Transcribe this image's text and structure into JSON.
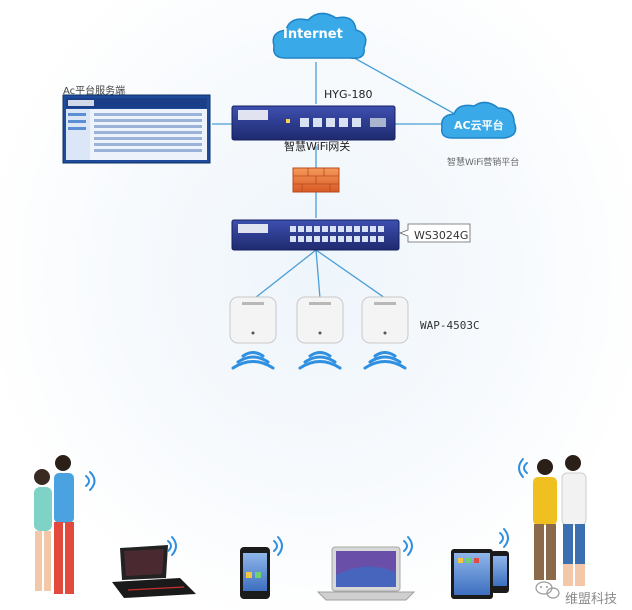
{
  "labels": {
    "internet": "Internet",
    "ac_cloud": "AC云平台",
    "gateway_model": "HYG-180",
    "gateway_name": "智慧WiFi网关",
    "server": "Ac平台服务端",
    "wifi_platform": "智慧WiFi营销平台",
    "switch_model": "WS3024G",
    "ap_model": "WAP-4503C",
    "watermark": "维盟科技"
  },
  "colors": {
    "cloud_fill": "#39a9e8",
    "cloud_text": "#ffffff",
    "gateway_body": "#2b3a8c",
    "switch_body": "#2b3a8c",
    "firewall": "#e8703a",
    "link_line": "#4a9fd6",
    "wifi_wave": "#2f8fe0",
    "monitor_screen": "#5b8fd1"
  },
  "icons": [
    "cloud-icon",
    "router-icon",
    "switch-icon",
    "firewall-icon",
    "access-point-icon",
    "wifi-icon",
    "monitor-icon",
    "laptop-icon",
    "phone-icon",
    "tablet-icon",
    "people-icon",
    "wechat-icon"
  ]
}
